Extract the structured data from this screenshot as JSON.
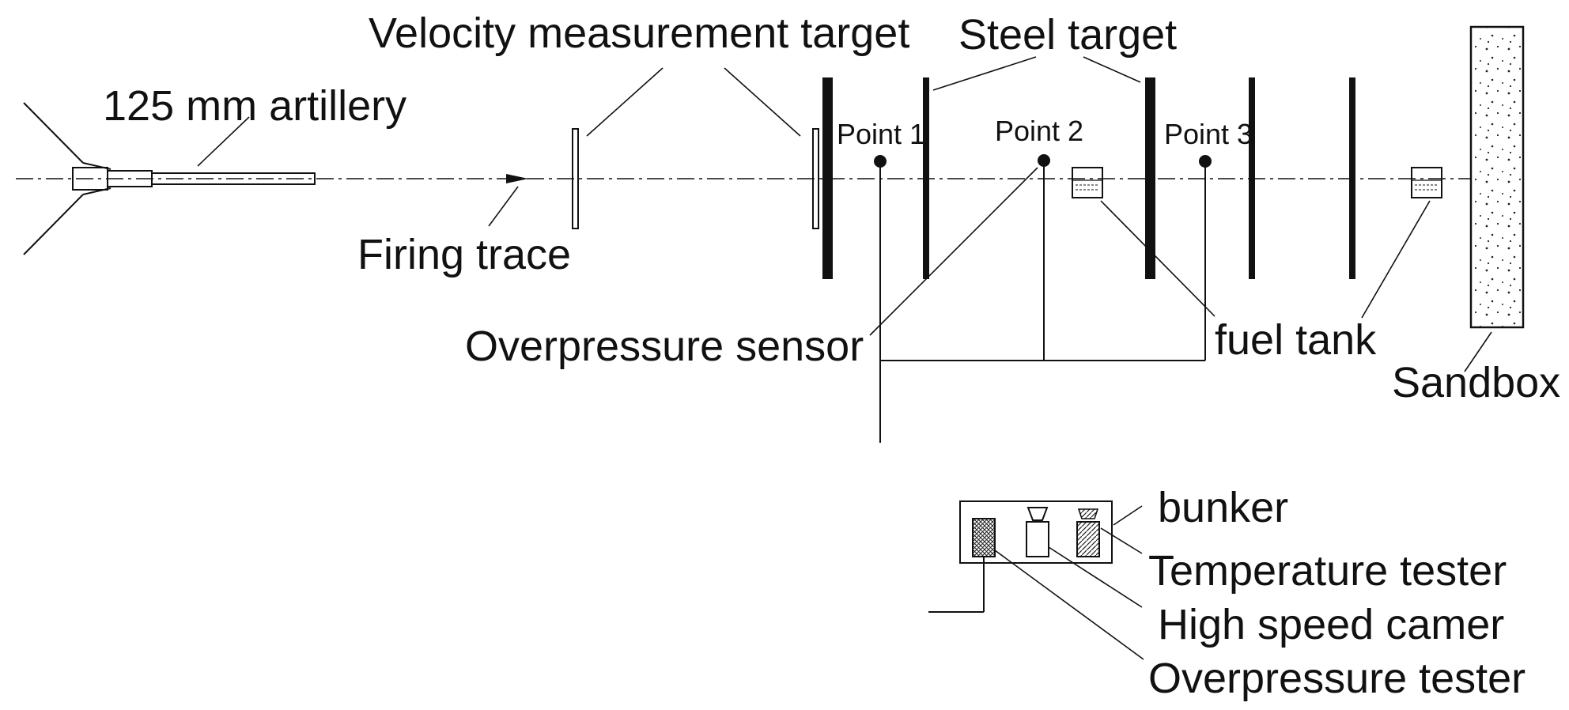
{
  "labels": {
    "artillery": "125 mm artillery",
    "velocity_target": "Velocity measurement target",
    "steel_target": "Steel target",
    "firing_trace": "Firing trace",
    "point1": "Point 1",
    "point2": "Point 2",
    "point3": "Point 3",
    "overpressure_sensor": "Overpressure sensor",
    "fuel_tank": "fuel tank",
    "sandbox": "Sandbox",
    "bunker": "bunker",
    "temperature_tester": "Temperature tester",
    "high_speed_camera": "High speed camer",
    "overpressure_tester": "Overpressure tester"
  }
}
